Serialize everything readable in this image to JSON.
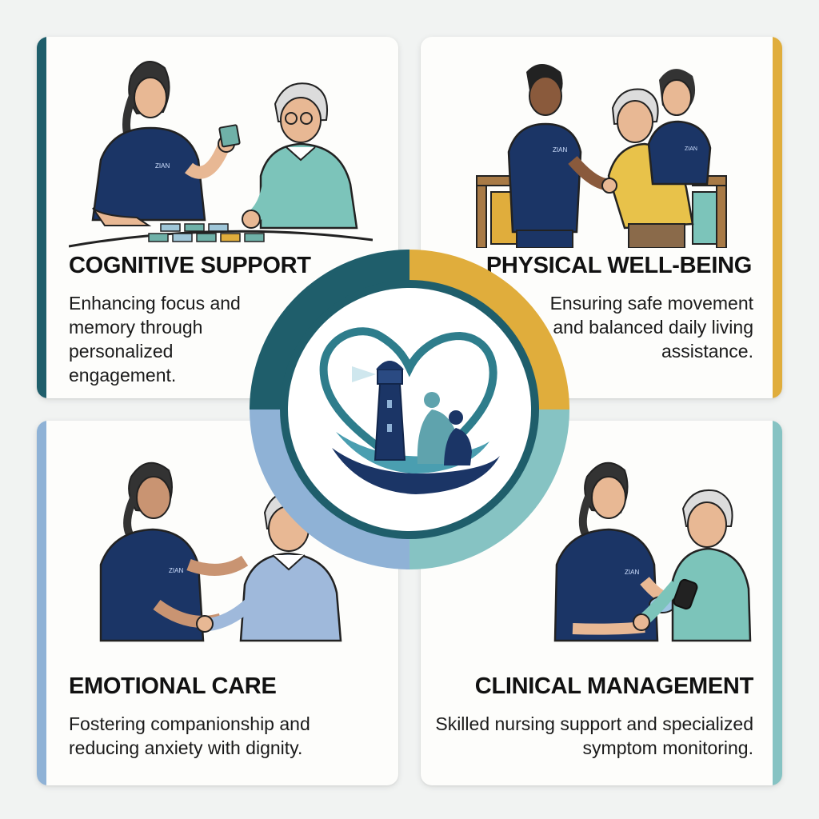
{
  "cards": {
    "cognitive": {
      "title": "COGNITIVE SUPPORT",
      "description": "Enhancing focus and memory through personalized engagement.",
      "accent": "#1f5e6b"
    },
    "physical": {
      "title": "PHYSICAL WELL-BEING",
      "description": "Ensuring safe movement and balanced daily living assistance.",
      "accent": "#e0ad3c"
    },
    "emotional": {
      "title": "EMOTIONAL CARE",
      "description": "Fostering companionship and reducing anxiety with dignity.",
      "accent": "#8fb2d6"
    },
    "clinical": {
      "title": "CLINICAL MANAGEMENT",
      "description": "Skilled nursing support and specialized symptom monitoring.",
      "accent": "#86c3c3"
    }
  },
  "logo": {
    "icon": "lighthouse-heart-icon",
    "uniform_badge": "ZIAN"
  },
  "colors": {
    "navy": "#1b3566",
    "teal": "#1f5e6b",
    "gold": "#e0ad3c",
    "light_blue": "#8fb2d6",
    "aqua": "#86c3c3"
  }
}
